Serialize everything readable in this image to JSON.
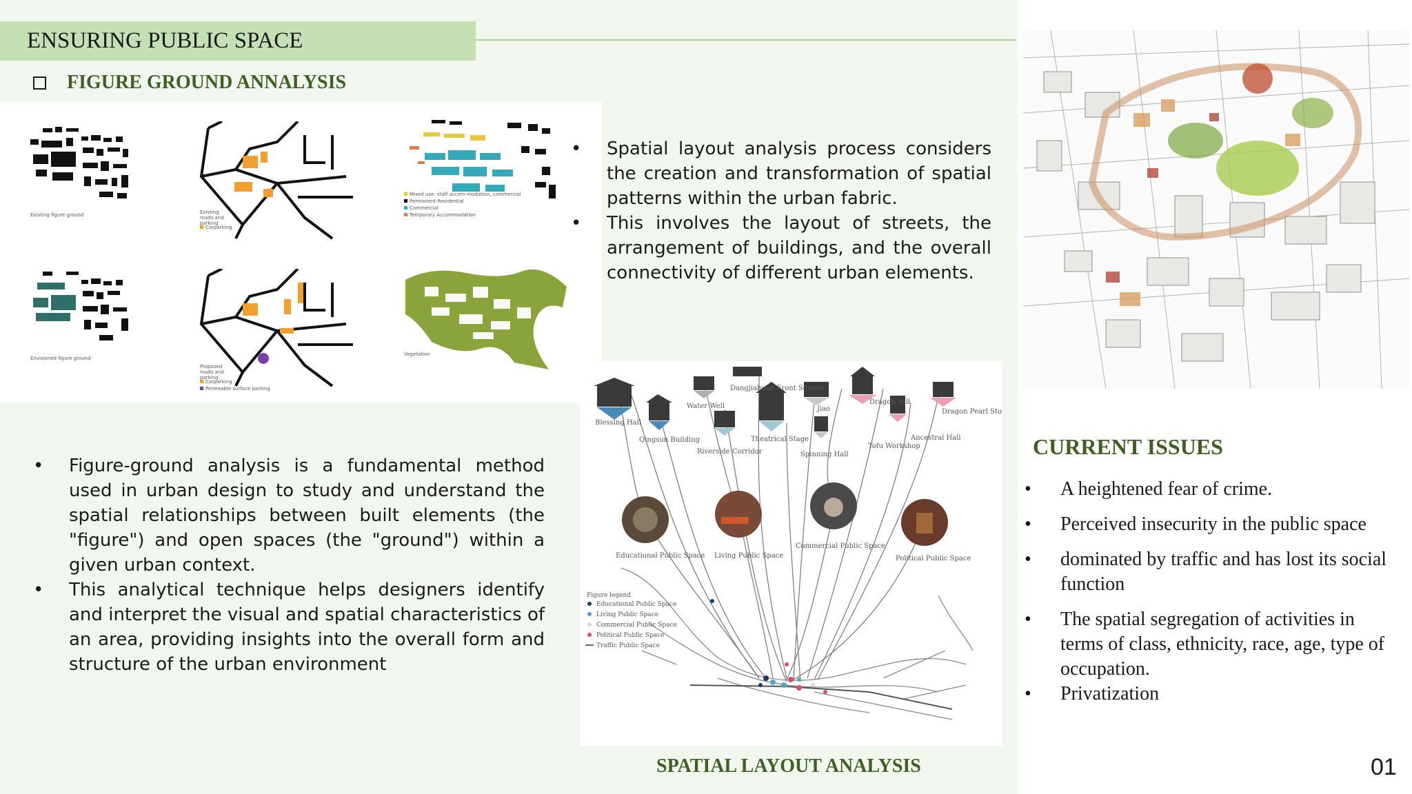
{
  "header": {
    "title": "ENSURING PUBLIC SPACE",
    "subheading": "FIGURE GROUND ANNALYSIS"
  },
  "figure_ground_maps": [
    {
      "caption": "Existing  figure ground",
      "legend": []
    },
    {
      "caption": "Existing roads and parking",
      "legend": [
        "Carparking"
      ]
    },
    {
      "caption": "",
      "legend": [
        "Mixed use: staff accom-modation, commercial",
        "Permanent Residential",
        "Commercial",
        "Temporary Accommodation"
      ]
    },
    {
      "caption": "Envisioned figure ground",
      "legend": []
    },
    {
      "caption": "Proposed roads and parking",
      "legend": [
        "Carparking",
        "Permeable surface parking"
      ]
    },
    {
      "caption": "Vegetation",
      "legend": []
    }
  ],
  "spatial_layout": {
    "bullets": [
      "Spatial layout analysis  process considers the creation and transformation of spatial patterns within the urban fabric.",
      "This involves the layout of streets, the arrangement of buildings, and the overall connectivity of different urban elements."
    ],
    "caption": "SPATIAL LAYOUT ANALYSIS"
  },
  "figure_ground_text": {
    "bullets": [
      "Figure-ground analysis is a fundamental method used in urban design to study and understand the spatial relationships between built elements (the \"figure\") and open spaces (the \"ground\") within a given urban context.",
      "This analytical technique helps designers identify and interpret the visual and spatial characteristics of an area, providing insights into the overall form and structure of the urban environment"
    ]
  },
  "diagram": {
    "buildings": [
      "Blessing Hall",
      "Water Well",
      "Dangjiahuan Front Square",
      "Qingsun Building",
      "Riverside Corridor",
      "Theatrical Stage",
      "Jiao",
      "Spinning Hall",
      "Tofu Workshop",
      "Dragon Hill",
      "Ancestral Hall",
      "Dragon Pearl Stone"
    ],
    "spaces": [
      "Educational Public Space",
      "Living Public Space",
      "Commercial Public Space",
      "Political Public Space"
    ],
    "legend_title": "Figure legend",
    "legend": [
      "Educational Public Space",
      "Living Public Space",
      "Commercial Public Space",
      "Political Public Space",
      "Traffic Public Space"
    ]
  },
  "current_issues": {
    "heading": "CURRENT ISSUES",
    "items": [
      "A heightened fear of crime.",
      "Perceived insecurity in the public space",
      "dominated by traffic and has lost its social function",
      "The spatial segregation of activities in terms of class, ethnicity, race, age, type of occupation.",
      "Privatization"
    ]
  },
  "bullet_symbol": "•",
  "page_number": "01",
  "colors": {
    "background": "#f1f6ee",
    "title_bar": "#c5e0b4",
    "heading_green": "#3f5f24",
    "parking_orange": "#f0a030",
    "residential_teal": "#36a8b8",
    "vegetation_green": "#6b8e23"
  }
}
